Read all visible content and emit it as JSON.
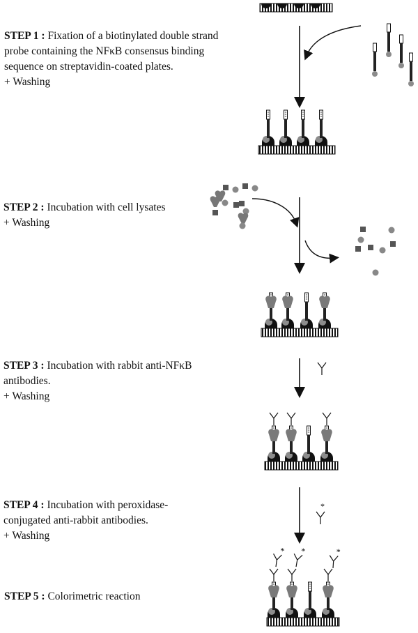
{
  "steps": [
    {
      "label": "STEP 1 :",
      "lines": [
        "Fixation of a biotinylated double strand",
        "probe containing the NFκB consensus binding",
        "sequence on streptavidin-coated plates.",
        "+ Washing"
      ]
    },
    {
      "label": "STEP 2 :",
      "lines": [
        "Incubation with cell lysates",
        "+ Washing"
      ]
    },
    {
      "label": "STEP 3 :",
      "lines": [
        "Incubation with rabbit anti-NFκB",
        "antibodies.",
        "+ Washing"
      ]
    },
    {
      "label": "STEP 4 :",
      "lines": [
        "Incubation with peroxidase-",
        "conjugated anti-rabbit antibodies.",
        "+ Washing"
      ]
    },
    {
      "label": "STEP 5 :",
      "lines": [
        "Colorimetric reaction"
      ]
    }
  ],
  "enzyme_mark": "*",
  "colors": {
    "ink": "#111111",
    "protein": "#7a7a7a",
    "bead": "#8c8c8c"
  }
}
